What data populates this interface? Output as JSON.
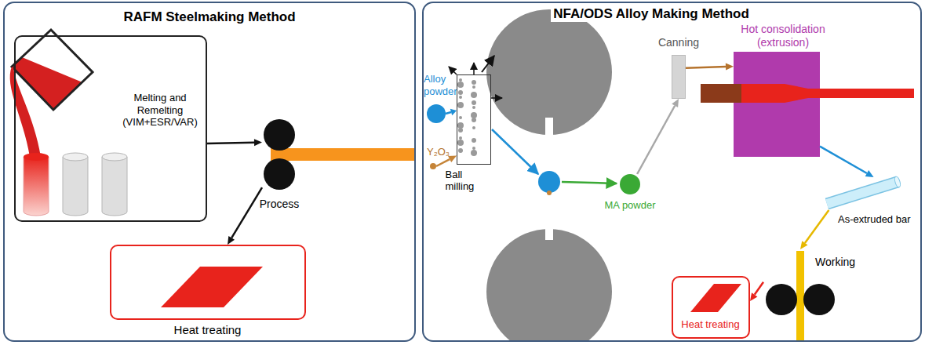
{
  "diagram": {
    "nodes": [
      {
        "text": [
          "RAFM Steelmaking Method"
        ]
      },
      {
        "text": [
          "Melting and Remelting (VIM+ESR/VAR)"
        ],
        "in": 0
      },
      {
        "text": [
          "Process"
        ],
        "in": 0
      },
      {
        "text": [
          "Heat treating"
        ],
        "in": 0
      },
      {
        "text": [
          "NFA/ODS Alloy Making Method"
        ]
      },
      {
        "text": [
          "Alloy powder"
        ],
        "in": 4
      },
      {
        "text": [
          "Y₂O₃"
        ],
        "in": 4
      },
      {
        "text": [
          "Ball milling"
        ],
        "in": 4
      },
      {
        "text": [
          "MA powder"
        ],
        "in": 4
      },
      {
        "text": [
          "Canning"
        ],
        "in": 4
      },
      {
        "text": [
          "Hot consolidation (extrusion)"
        ],
        "in": 4
      },
      {
        "text": [
          "As-extruded bar"
        ],
        "in": 4
      },
      {
        "text": [
          "Working"
        ],
        "in": 4
      },
      {
        "text": [
          "Heat treating"
        ],
        "in": 4
      }
    ],
    "edges": [
      {
        "from": 1,
        "to": 2,
        "arrow": "to"
      },
      {
        "from": 2,
        "to": 3,
        "arrow": "to"
      },
      {
        "from": 5,
        "to": 7,
        "arrow": "to"
      },
      {
        "from": 6,
        "to": 7,
        "arrow": "to"
      },
      {
        "from": 8,
        "to": 9,
        "arrow": "to"
      },
      {
        "from": 9,
        "to": 10,
        "arrow": "to"
      },
      {
        "from": 10,
        "to": 11,
        "arrow": "to"
      },
      {
        "from": 11,
        "to": 12,
        "arrow": "to"
      },
      {
        "from": 12,
        "to": 13,
        "arrow": "to"
      }
    ]
  }
}
